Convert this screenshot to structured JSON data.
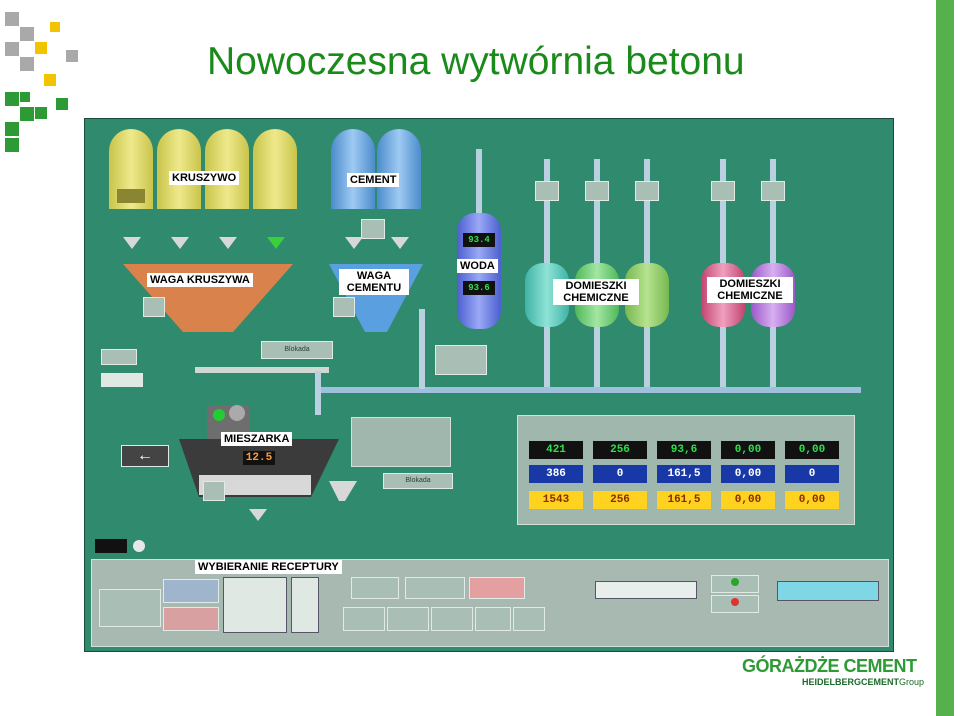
{
  "slide": {
    "title": "Nowoczesna wytwórnia betonu",
    "logo_main": "GÓRAŻDŻE CEMENT",
    "logo_sub_brand": "HEIDELBERGCEMENT",
    "logo_sub_group": "Group",
    "accent_color": "#1a8a1a"
  },
  "screen": {
    "labels": {
      "kruszywo": "KRUSZYWO",
      "cement": "CEMENT",
      "waga_kruszywa": "WAGA KRUSZYWA",
      "waga_cementu": "WAGA CEMENTU",
      "woda": "WODA",
      "domieszki_1": "DOMIESZKI CHEMICZNE",
      "domieszki_2": "DOMIESZKI CHEMICZNE",
      "mieszarka": "MIESZARKA",
      "wybieranie": "WYBIERANIE RECEPTURY"
    },
    "mixer_display": "12.5",
    "water_display_1": "93.4",
    "water_display_2": "93.6",
    "table": {
      "row1": [
        "421",
        "256",
        "93,6",
        "0,00",
        "0,00"
      ],
      "row2": [
        "386",
        "0",
        "161,5",
        "0,00",
        "0"
      ],
      "row3": [
        "1543",
        "256",
        "161,5",
        "0,00",
        "0,00"
      ]
    }
  }
}
